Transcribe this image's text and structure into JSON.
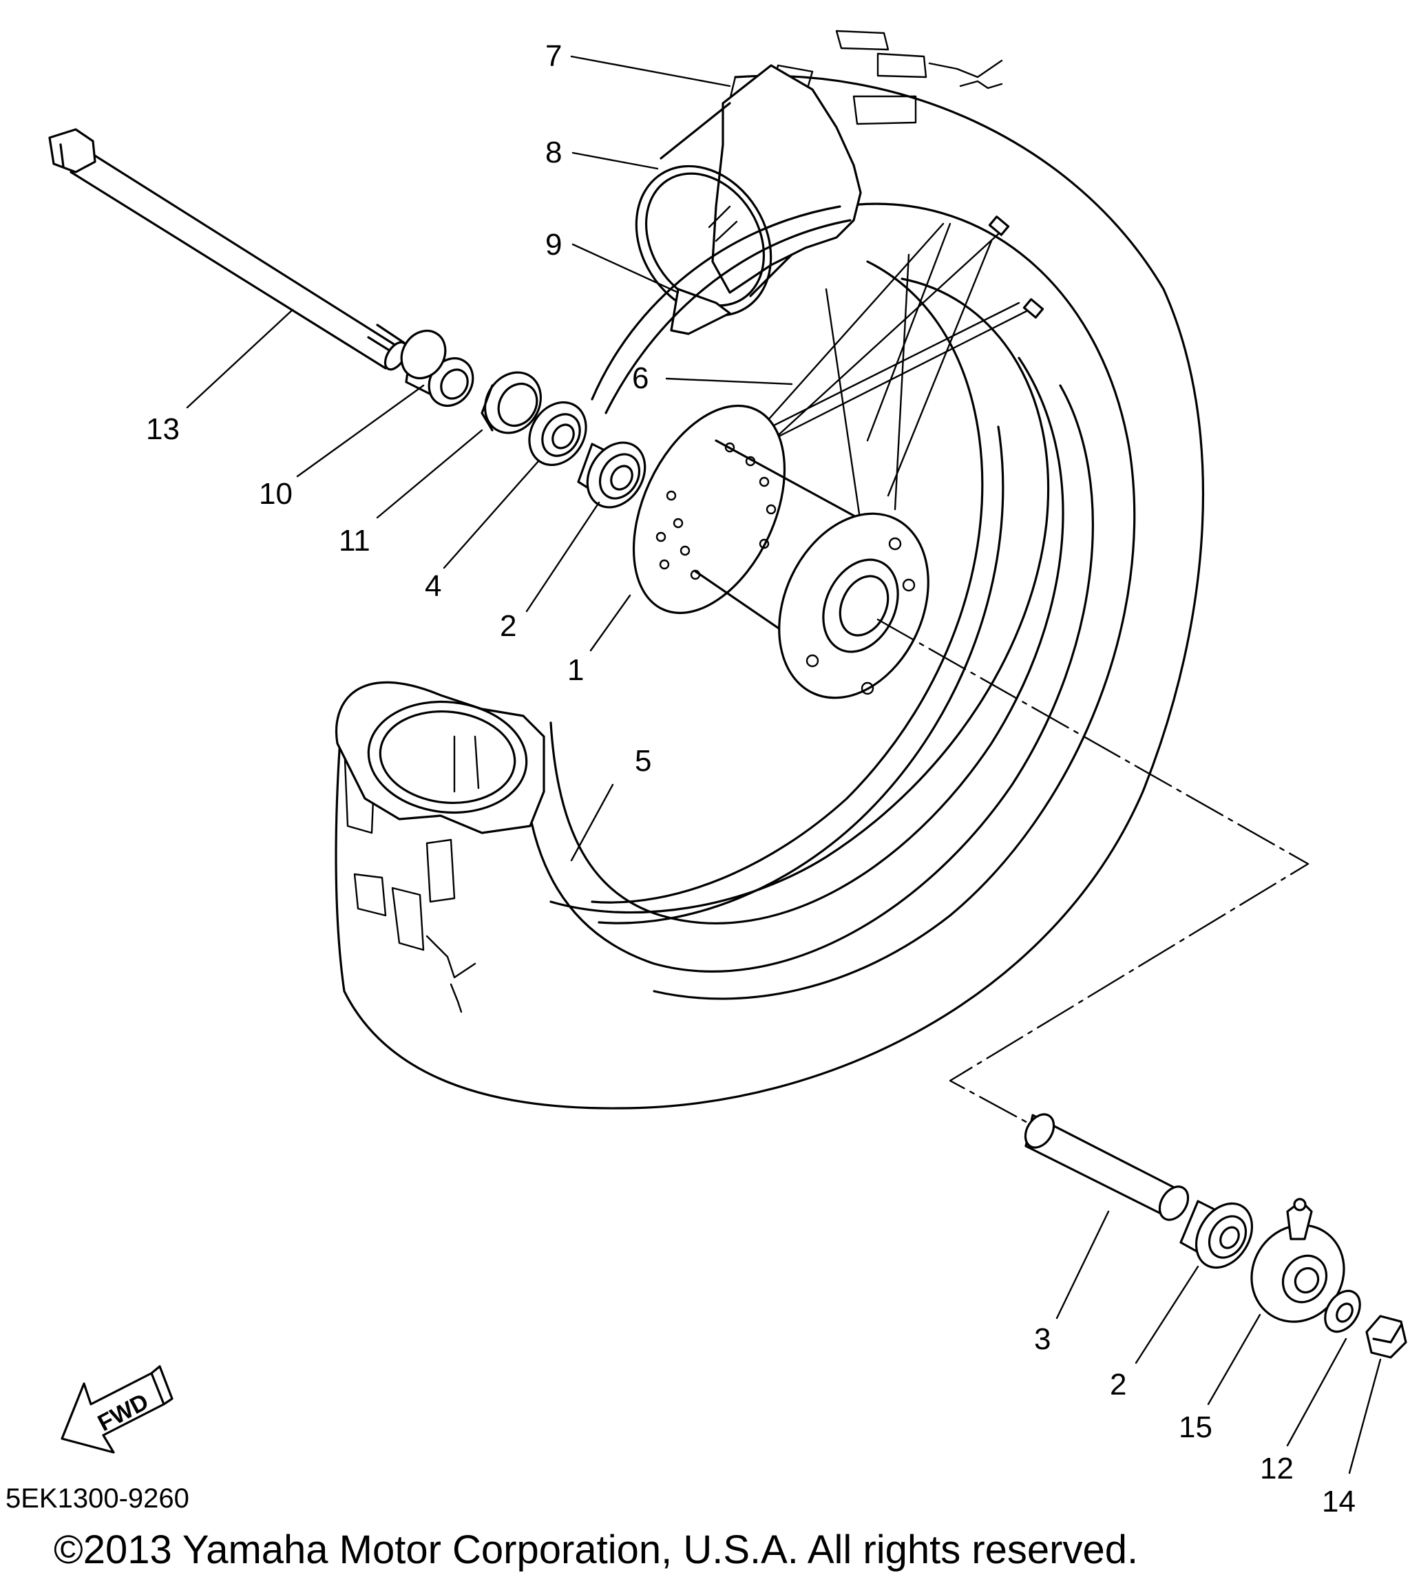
{
  "diagram": {
    "callouts": [
      {
        "id": "7",
        "label": "7"
      },
      {
        "id": "8",
        "label": "8"
      },
      {
        "id": "9",
        "label": "9"
      },
      {
        "id": "6",
        "label": "6"
      },
      {
        "id": "13",
        "label": "13"
      },
      {
        "id": "10",
        "label": "10"
      },
      {
        "id": "11",
        "label": "11"
      },
      {
        "id": "4",
        "label": "4"
      },
      {
        "id": "2a",
        "label": "2"
      },
      {
        "id": "1",
        "label": "1"
      },
      {
        "id": "5",
        "label": "5"
      },
      {
        "id": "3",
        "label": "3"
      },
      {
        "id": "2b",
        "label": "2"
      },
      {
        "id": "15",
        "label": "15"
      },
      {
        "id": "12",
        "label": "12"
      },
      {
        "id": "14",
        "label": "14"
      }
    ],
    "direction_arrow": {
      "label": "FWD",
      "icon": "fwd-arrow-icon"
    }
  },
  "footer": {
    "diagram_code": "5EK1300-9260",
    "copyright": "©2013 Yamaha Motor Corporation, U.S.A. All rights reserved."
  }
}
